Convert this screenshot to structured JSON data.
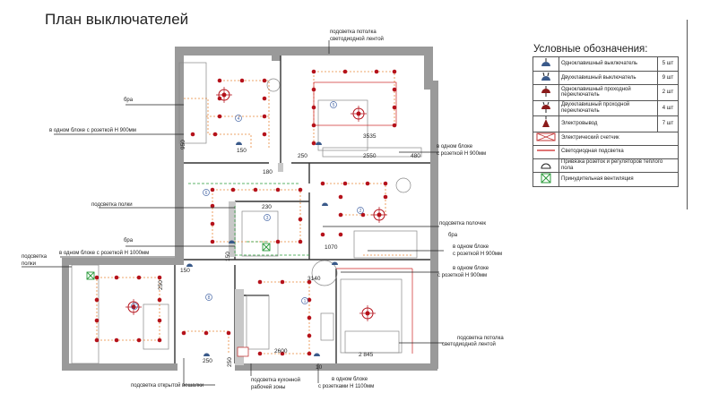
{
  "page_title": "План выключателей",
  "legend": {
    "title": "Условные обозначения:",
    "items": [
      {
        "icon": "single-switch-icon",
        "label": "Одноклавишный выключатель",
        "count": "5 шт"
      },
      {
        "icon": "double-switch-icon",
        "label": "Двухклавишный выключатель",
        "count": "9 шт"
      },
      {
        "icon": "single-passthrough-switch-icon",
        "label": "Одноклавишный проходной переключатель",
        "count": "2 шт"
      },
      {
        "icon": "double-passthrough-switch-icon",
        "label": "Двухклавишный проходной переключатель",
        "count": "4 шт"
      },
      {
        "icon": "electrical-outlet-icon",
        "label": "Электровывод",
        "count": "7 шт"
      },
      {
        "icon": "electric-meter-icon",
        "label": "Электрический счетчик",
        "count": ""
      },
      {
        "icon": "led-strip-icon",
        "label": "Светодиодная подсветка",
        "count": ""
      },
      {
        "icon": "floor-heating-outlet-icon",
        "label": "Привязка розеток и регуляторов теплого пола",
        "count": ""
      },
      {
        "icon": "forced-ventilation-icon",
        "label": "Принудительная вентиляция",
        "count": ""
      }
    ]
  },
  "labels": {
    "ceiling_led": [
      "подсветка потолка",
      "светодиодной лентой"
    ],
    "sconce_1": "бра",
    "block_900_1": "в одном блоке с розеткой Н 900мм",
    "block_900_2": [
      "в одном блоке",
      "с розеткой Н 900мм"
    ],
    "shelf_light_1": "подсветка полки",
    "shelf_light_2": "подсветка полочек",
    "sconce_2": "бра",
    "block_1000": "в одном блоке с розеткой Н 1000мм",
    "shelf_light_3": [
      "подсветка",
      "полки"
    ],
    "sconce_3": "бра",
    "block_900_3": [
      "в одном блоке",
      "с розеткой Н 900мм"
    ],
    "block_900_4": [
      "в одном блоке",
      "с розеткой Н 900мм"
    ],
    "ceiling_led_2": [
      "подсветка потолка",
      "светодиодной лентой"
    ],
    "open_hanger": "подсветка открытой вешалки",
    "kitchen_work": [
      "подсветка кухонной",
      "рабочей зоны"
    ],
    "block_1100": [
      "в одном блоке",
      "с розетками Н 1100мм"
    ]
  },
  "dimensions": [
    "3535",
    "2550",
    "480",
    "250",
    "180",
    "150",
    "950",
    "230",
    "1070",
    "150",
    "150",
    "250",
    "3140",
    "250",
    "2600",
    "2 845",
    "250",
    "10"
  ],
  "room_numbers": [
    "4",
    "5",
    "6",
    "2",
    "7",
    "8",
    "1",
    "3"
  ],
  "colors": {
    "wall": "#9a9a9a",
    "wire": "#e8883a",
    "light": "#b5121b",
    "led": "#cc2222",
    "vent": "#2a9a3a",
    "room_num": "#4a6aa8",
    "line": "#222222"
  }
}
